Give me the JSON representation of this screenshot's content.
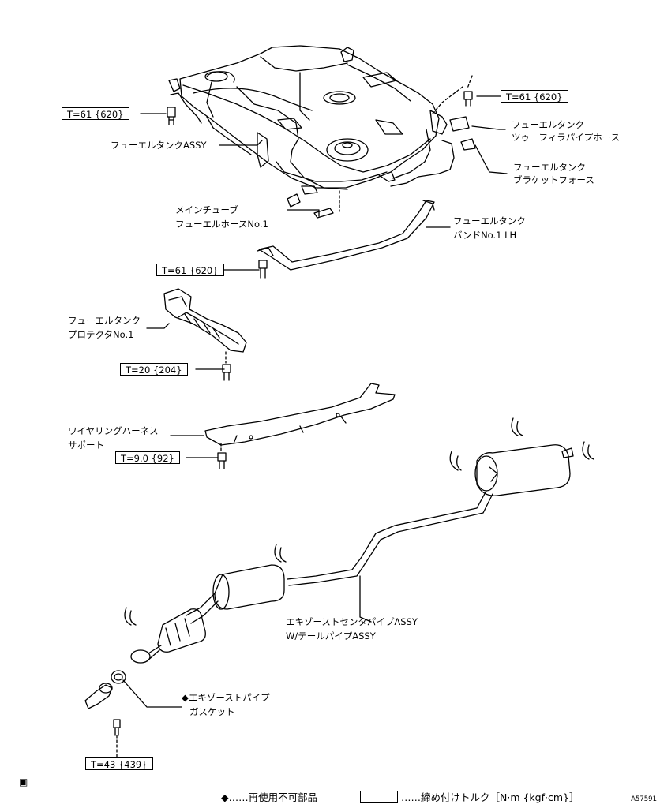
{
  "labels": {
    "fuel_tank_assy": "フューエルタンクASSY",
    "fuel_tank_to_filler_pipe_hose_1": "フューエルタンク",
    "fuel_tank_to_filler_pipe_hose_2": "ツゥ　フィラパイプホース",
    "fuel_tank_bracket_force_1": "フューエルタンク",
    "fuel_tank_bracket_force_2": "ブラケットフォース",
    "main_tube": "メインチューブ",
    "fuel_hose_no1": "フューエルホースNo.1",
    "fuel_tank_band_1": "フューエルタンク",
    "fuel_tank_band_2": "バンドNo.1 LH",
    "fuel_tank_protector_1": "フューエルタンク",
    "fuel_tank_protector_2": "プロテクタNo.1",
    "wiring_harness_support_1": "ワイヤリングハーネス",
    "wiring_harness_support_2": "サポート",
    "exhaust_center_pipe_1": "エキゾーストセンタパイプASSY",
    "exhaust_center_pipe_2": "W/テールパイプASSY",
    "exhaust_pipe_gasket_1": "◆エキゾーストパイプ",
    "exhaust_pipe_gasket_2": "ガスケット"
  },
  "torques": {
    "tank_left": "T=61 {620}",
    "tank_right": "T=61 {620}",
    "band": "T=61 {620}",
    "protector": "T=20 {204}",
    "harness_support": "T=9.0 {92}",
    "exhaust_bolt": "T=43 {439}"
  },
  "legend": {
    "non_reusable": "◆……再使用不可部品",
    "torque": "……締め付けトルク［N·m {kgf·cm}］"
  },
  "doc_id": "A57591"
}
